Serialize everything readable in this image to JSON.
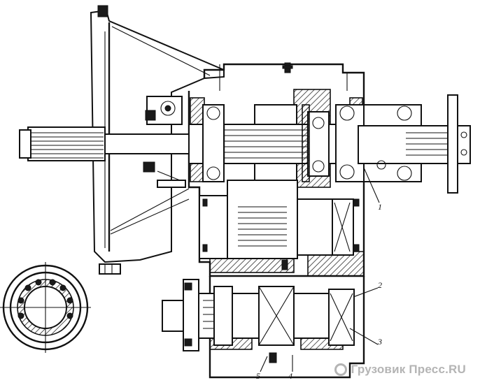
{
  "callouts": [
    {
      "id": "1",
      "text": "1"
    },
    {
      "id": "2",
      "text": "2"
    },
    {
      "id": "3",
      "text": "3"
    },
    {
      "id": "4",
      "text": "4"
    },
    {
      "id": "5",
      "text": "5"
    }
  ],
  "watermark": {
    "brand": "Грузовик Пресс",
    "domain": ".RU"
  }
}
